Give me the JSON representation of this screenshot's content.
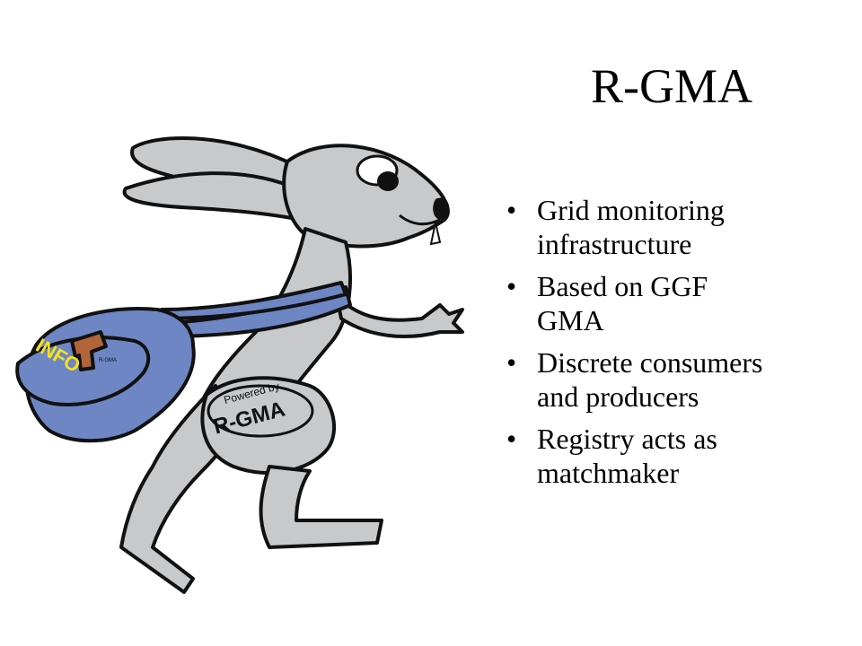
{
  "slide": {
    "title": "R-GMA",
    "bullets": [
      "Grid monitoring infrastructure",
      "Based on GGF GMA",
      "Discrete consumers and producers",
      "Registry acts as matchmaker"
    ],
    "mascot": {
      "bag_label": "INFO",
      "bag_small_label": "R-GMA",
      "badge_top": "Powered by",
      "badge_main": "R-GMA"
    },
    "colors": {
      "rabbit_fill": "#c8c9cb",
      "bag_fill": "#6e86c4",
      "bag_label": "#f5e21a",
      "flap_fill": "#b2653a",
      "outline": "#111111"
    }
  }
}
